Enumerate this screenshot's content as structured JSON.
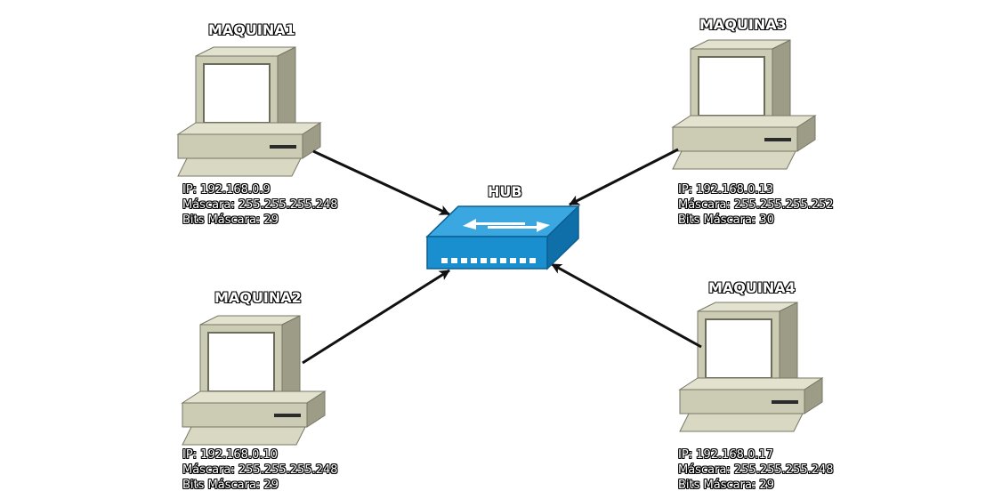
{
  "hub": {
    "label": "HUB"
  },
  "machines": [
    {
      "name": "MAQUINA1",
      "ip": "IP: 192.168.0.9",
      "mask": "Máscara: 255.255.255.248",
      "bits": "Bits Máscara: 29"
    },
    {
      "name": "MAQUINA2",
      "ip": "IP: 192.168.0.10",
      "mask": "Máscara: 255.255.255.248",
      "bits": "Bits Máscara: 29"
    },
    {
      "name": "MAQUINA3",
      "ip": "IP: 192.168.0.13",
      "mask": "Máscara: 255.255.255.252",
      "bits": "Bits Máscara: 30"
    },
    {
      "name": "MAQUINA4",
      "ip": "IP: 192.168.0.17",
      "mask": "Máscara: 255.255.255.248",
      "bits": "Bits Máscara: 29"
    }
  ],
  "connections": [
    {
      "from": "MAQUINA1",
      "to": "HUB"
    },
    {
      "from": "MAQUINA2",
      "to": "HUB"
    },
    {
      "from": "MAQUINA3",
      "to": "HUB"
    },
    {
      "from": "MAQUINA4",
      "to": "HUB"
    }
  ],
  "colors": {
    "computer_body": "#cccbb4",
    "computer_side": "#a3a28c",
    "computer_top": "#e3e2cf",
    "screen": "#ffffff",
    "hub": "#1a8fd0",
    "arrow": "#111111"
  }
}
